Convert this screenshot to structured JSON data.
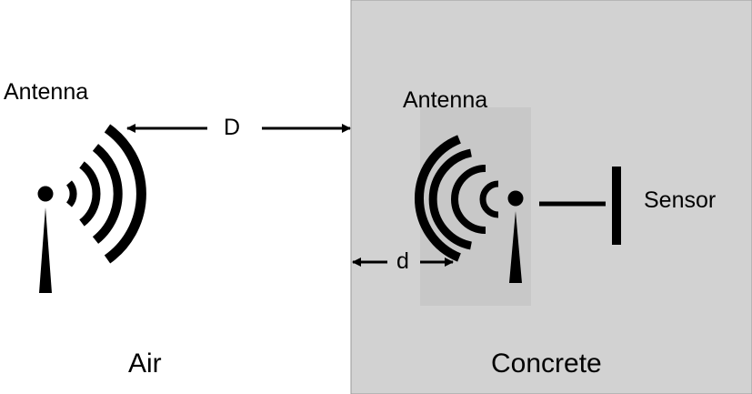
{
  "labels": {
    "antenna_left": "Antenna",
    "antenna_right": "Antenna",
    "distance_D": "D",
    "distance_d": "d",
    "sensor": "Sensor",
    "medium_air": "Air",
    "medium_concrete": "Concrete"
  },
  "colors": {
    "background": "#ffffff",
    "concrete_fill": "#d2d2d2",
    "concrete_inner": "#c8c8c8",
    "ink": "#000000"
  }
}
